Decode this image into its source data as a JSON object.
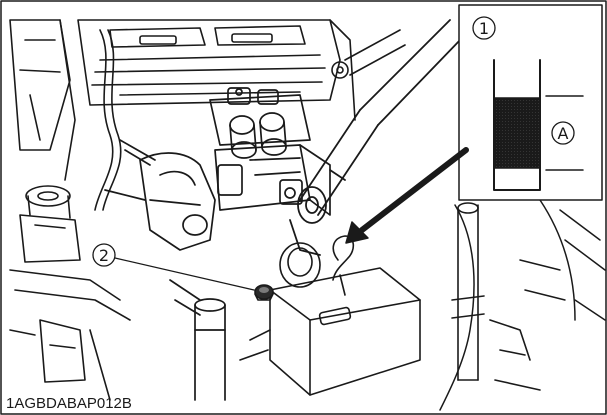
{
  "figure": {
    "code": "1AGBDABAP012B",
    "callouts": {
      "inset_number": "1",
      "pointer_number": "2",
      "level_letter": "A"
    }
  }
}
